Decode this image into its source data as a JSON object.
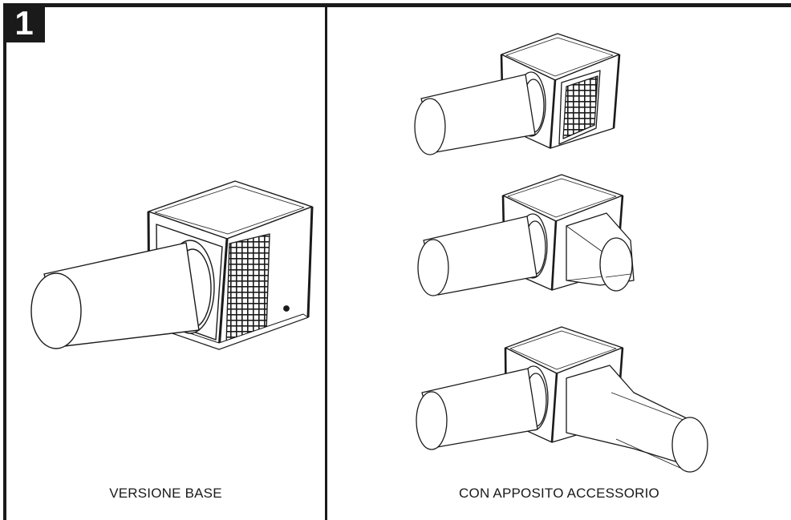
{
  "figure": {
    "number": "1",
    "left_caption": "VERSIONE BASE",
    "right_caption": "CON APPOSITO ACCESSORIO"
  },
  "illustrations": [
    {
      "name": "base-unit-large",
      "variant": "grille-front"
    },
    {
      "name": "unit-with-grille-accessory",
      "variant": "grille-side"
    },
    {
      "name": "unit-with-short-outlet",
      "variant": "short-duct-outlet"
    },
    {
      "name": "unit-with-long-outlet",
      "variant": "long-duct-outlet"
    }
  ],
  "colors": {
    "ink": "#1a1a1a",
    "paper": "#ffffff"
  }
}
